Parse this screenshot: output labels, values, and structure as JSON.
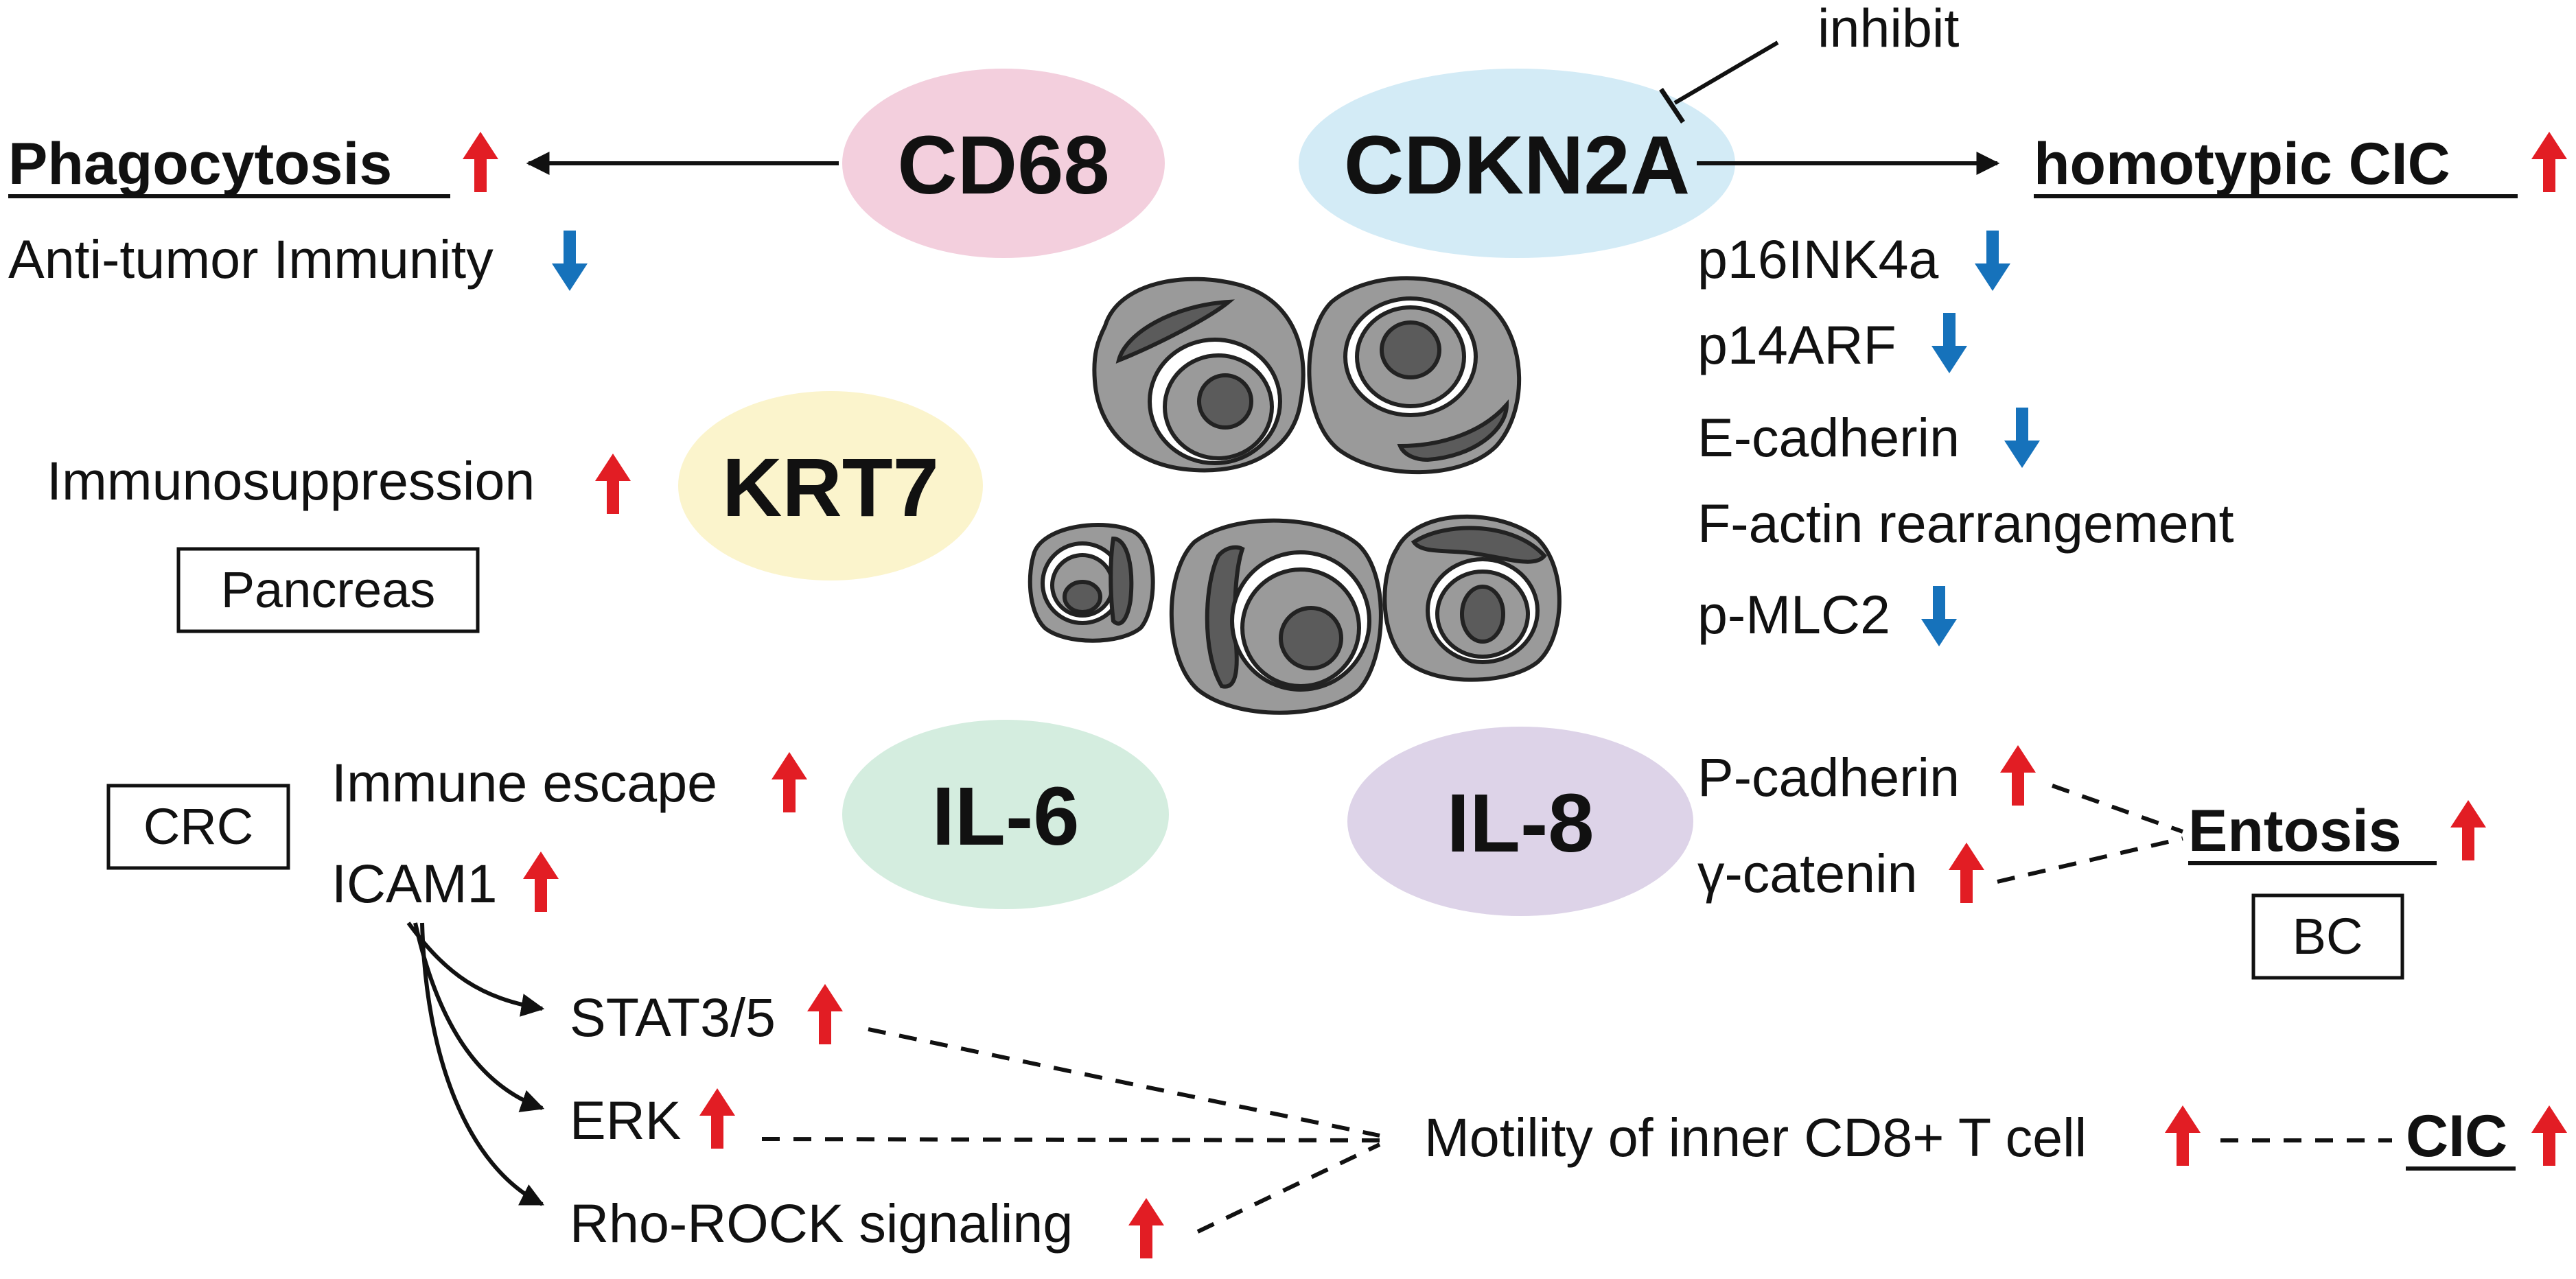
{
  "genes": {
    "cd68": "CD68",
    "cdkn2a": "CDKN2A",
    "krt7": "KRT7",
    "il6": "IL-6",
    "il8": "IL-8"
  },
  "inhibit": "inhibit",
  "cd68_effects": {
    "phagocytosis": "Phagocytosis",
    "anti_tumor": "Anti-tumor Immunity"
  },
  "cdkn2a_effects": {
    "homotypic_cic": "homotypic CIC",
    "markers": [
      "p16INK4a",
      "p14ARF",
      "E-cadherin",
      "F-actin rearrangement",
      "p-MLC2"
    ]
  },
  "krt7_effects": {
    "immunosuppression": "Immunosuppression",
    "tissue": "Pancreas"
  },
  "il6_effects": {
    "tissue": "CRC",
    "immune_escape": "Immune escape",
    "icam1": "ICAM1",
    "pathways": [
      "STAT3/5",
      "ERK",
      "Rho-ROCK signaling"
    ],
    "motility": "Motility of inner CD8+ T cell",
    "cic": "CIC"
  },
  "il8_effects": {
    "markers": [
      "P-cadherin",
      "γ-catenin"
    ],
    "entosis": "Entosis",
    "tissue": "BC"
  },
  "colors": {
    "up_arrow": "#e21d24",
    "down_arrow": "#1672bb",
    "cd68_fill": "#f3cfdd",
    "cdkn2a_fill": "#d3ebf6",
    "krt7_fill": "#fbf4cc",
    "il6_fill": "#d4eddf",
    "il8_fill": "#ddd3e8",
    "cell_outer": "#999999",
    "cell_inner": "#5b5b5b"
  }
}
